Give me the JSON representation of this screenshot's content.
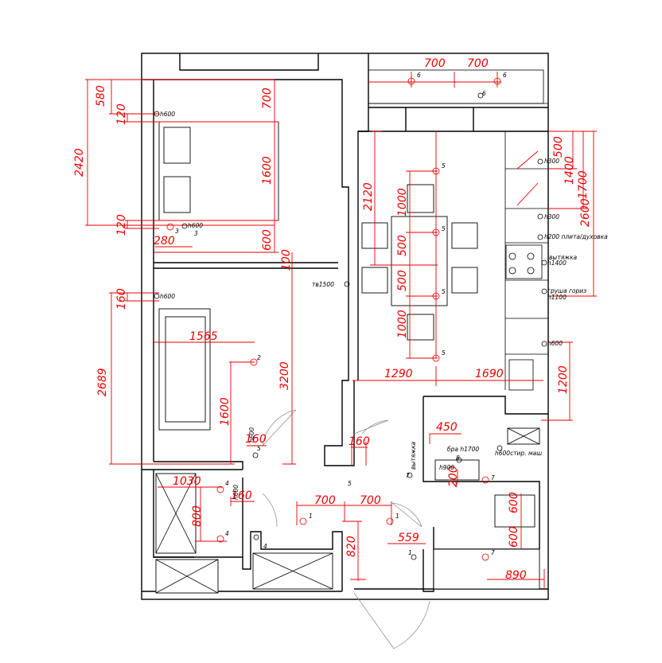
{
  "dimensions": {
    "d580": "580",
    "d2420": "2420",
    "d120a": "120",
    "d120b": "120",
    "d700a": "700",
    "d1600a": "1600",
    "d600a": "600",
    "d280": "280",
    "d100": "100",
    "d3200": "3200",
    "d160a": "160",
    "d2689": "2689",
    "d1565": "1565",
    "d1600b": "1600",
    "d160b": "160",
    "d160c": "160",
    "d1030": "1030",
    "d800": "800",
    "d160d": "160",
    "d700b": "700",
    "d700c": "700",
    "d820": "820",
    "d559": "559",
    "d700top1": "700",
    "d700top2": "700",
    "d2120": "2120",
    "d1000a": "1000",
    "d500a": "500",
    "d500b": "500",
    "d1000b": "1000",
    "d1290": "1290",
    "d1690": "1690",
    "d500c": "500",
    "d1400": "1400",
    "d1700": "1700",
    "d2600": "2600",
    "d1200": "1200",
    "d450": "450",
    "d200": "200",
    "d600b": "600",
    "d600c": "600",
    "d890": "890"
  },
  "annotations": {
    "h600_bed": "h600",
    "h600_bed2": "h600",
    "h600_sofa": "h600",
    "tv1500": "тв1500",
    "h300a": "h300",
    "h300b": "h300",
    "h200_plita": "h200 плита/духовка",
    "vytyazhka": "вытяжка",
    "h1400": "h1400",
    "grusha": "груша гориз",
    "h1100": "h1100",
    "h600_right": "h600",
    "bra": "бра h1700",
    "h600_stir": "h600стир. маш",
    "vytyazhka2": "вытяжка",
    "h900": "h900",
    "h600_vert": "h600",
    "h600_vert2": "h600"
  },
  "markers": {
    "m1": "1",
    "m2": "2",
    "m3": "3",
    "m4": "4",
    "m5": "5",
    "m6": "6",
    "m7": "7",
    "m8": "8"
  }
}
